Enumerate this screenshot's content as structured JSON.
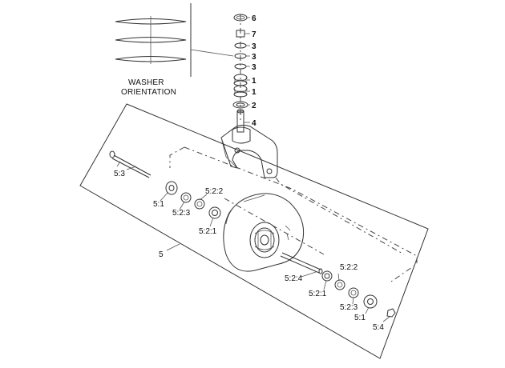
{
  "washer_orientation": {
    "line1": "WASHER",
    "line2": "ORIENTATION"
  },
  "callouts": {
    "c6": "6",
    "c7": "7",
    "c3a": "3",
    "c3b": "3",
    "c3c": "3",
    "c1a": "1",
    "c1b": "1",
    "c2": "2",
    "c4": "4",
    "c5": "5",
    "c5_3": "5:3",
    "c5_1_left": "5:1",
    "c5_2_3_left": "5:2:3",
    "c5_2_2_left": "5:2:2",
    "c5_2_1_left": "5:2:1",
    "c5_2_4": "5:2:4",
    "c5_2_2_right": "5:2:2",
    "c5_2_1_right": "5:2:1",
    "c5_2_3_right": "5:2:3",
    "c5_1_right": "5:1",
    "c5_4": "5:4"
  }
}
